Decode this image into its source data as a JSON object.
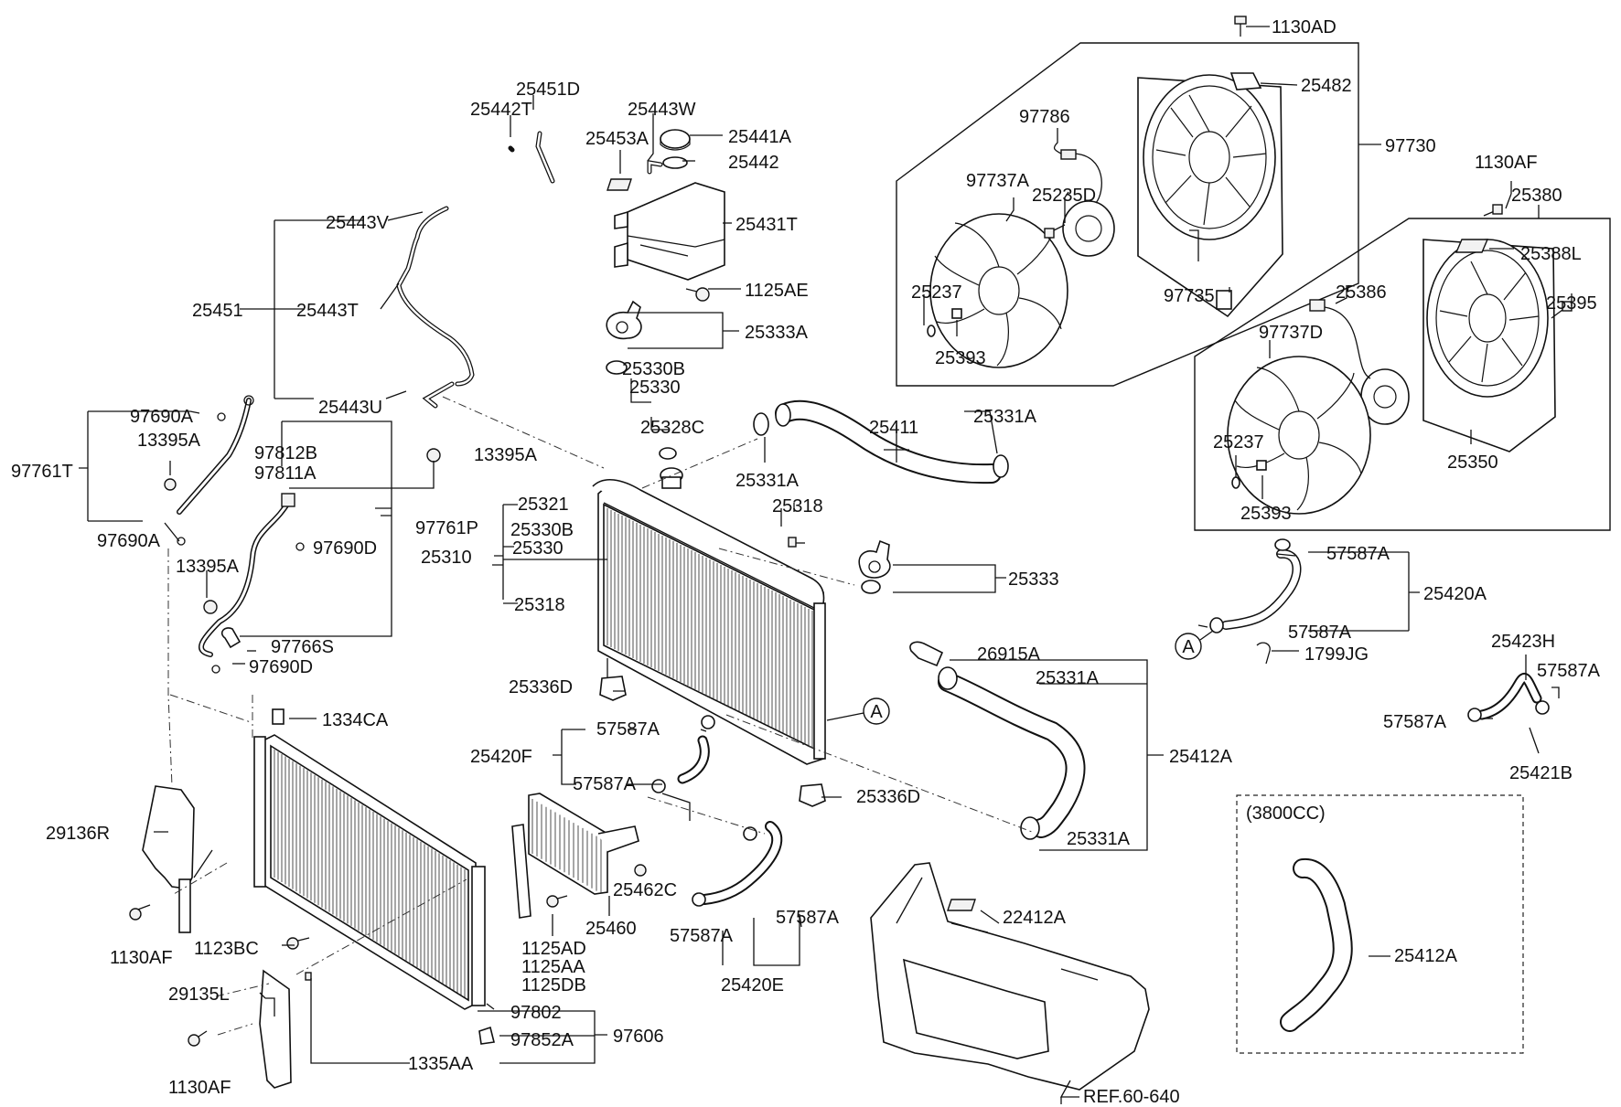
{
  "diagram": {
    "labels": {
      "p1130AD": "1130AD",
      "p25482": "25482",
      "p97730": "97730",
      "p97786": "97786",
      "p97737A": "97737A",
      "p25235D": "25235D",
      "p1130AF_top": "1130AF",
      "p25380": "25380",
      "p25388L": "25388L",
      "p25395": "25395",
      "p25237_a": "25237",
      "p25393_a": "25393",
      "p97735": "97735",
      "p25386": "25386",
      "p97737D": "97737D",
      "p25237_b": "25237",
      "p25393_b": "25393",
      "p25350": "25350",
      "p25451D": "25451D",
      "p25442T": "25442T",
      "p25443W": "25443W",
      "p25453A": "25453A",
      "p25441A": "25441A",
      "p25442": "25442",
      "p25431T": "25431T",
      "p1125AE": "1125AE",
      "p25443V": "25443V",
      "p25443T": "25443T",
      "p25451": "25451",
      "p25443U": "25443U",
      "p25333A": "25333A",
      "p25330B_a": "25330B",
      "p25330_a": "25330",
      "p25328C": "25328C",
      "p25411": "25411",
      "p25331A_a": "25331A",
      "p25331A_b": "25331A",
      "p97690A_a": "97690A",
      "p13395A_a": "13395A",
      "p97761T": "97761T",
      "p97690A_b": "97690A",
      "p97812B": "97812B",
      "p97811A": "97811A",
      "p13395A_b": "13395A",
      "p97761P": "97761P",
      "p97690D_a": "97690D",
      "p13395A_c": "13395A",
      "p97766S": "97766S",
      "p97690D_b": "97690D",
      "p25321": "25321",
      "p25330B_b": "25330B",
      "p25330_b": "25330",
      "p25310": "25310",
      "p25318_a": "25318",
      "p25318_b": "25318",
      "p25333": "25333",
      "p57587A_a": "57587A",
      "p25420A": "25420A",
      "p57587A_b": "57587A",
      "p1799JG": "1799JG",
      "p25423H": "25423H",
      "p57587A_c": "57587A",
      "p57587A_d": "57587A",
      "p25421B": "25421B",
      "p26915A": "26915A",
      "p25331A_c": "25331A",
      "p25412A_a": "25412A",
      "p25331A_d": "25331A",
      "p25336D_a": "25336D",
      "p25336D_b": "25336D",
      "p1334CA": "1334CA",
      "p57587A_e": "57587A",
      "p25420F": "25420F",
      "p57587A_f": "57587A",
      "p29136R": "29136R",
      "p25462C": "25462C",
      "p25460": "25460",
      "p1125AD": "1125AD",
      "p1125AA": "1125AA",
      "p1125DB": "1125DB",
      "p57587A_g": "57587A",
      "p57587A_h": "57587A",
      "p25420E": "25420E",
      "p1130AF_a": "1130AF",
      "p1123BC": "1123BC",
      "p29135L": "29135L",
      "p1130AF_b": "1130AF",
      "p97802": "97802",
      "p97606": "97606",
      "p97852A": "97852A",
      "p1335AA": "1335AA",
      "p22412A": "22412A",
      "pREF": "REF.60-640",
      "p3800CC": "(3800CC)",
      "p25412A_b": "25412A",
      "circleA_a": "A",
      "circleA_b": "A"
    }
  }
}
